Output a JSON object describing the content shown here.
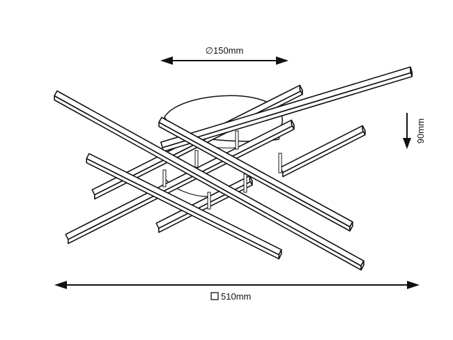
{
  "dimensions": {
    "diameter": {
      "symbol": "∅",
      "value": "150mm"
    },
    "height": {
      "value": "90mm"
    },
    "width": {
      "symbol": "□",
      "value": "510mm"
    }
  },
  "arrow_color": "#111111"
}
